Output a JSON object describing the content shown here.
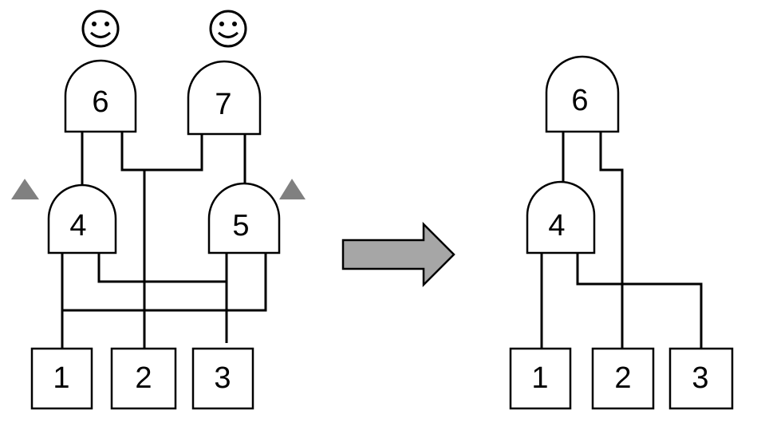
{
  "left": {
    "inputs": [
      "1",
      "2",
      "3"
    ],
    "gates": {
      "g4": "4",
      "g5": "5",
      "g6": "6",
      "g7": "7"
    }
  },
  "right": {
    "inputs": [
      "1",
      "2",
      "3"
    ],
    "gates": {
      "g4": "4",
      "g6": "6"
    }
  },
  "icons": {
    "output_marker": "smiley-face-icon",
    "inverter_marker": "gray-triangle-icon",
    "transform": "right-arrow-icon"
  },
  "colors": {
    "marker": "#808080",
    "arrow_fill": "#a6a6a6"
  }
}
